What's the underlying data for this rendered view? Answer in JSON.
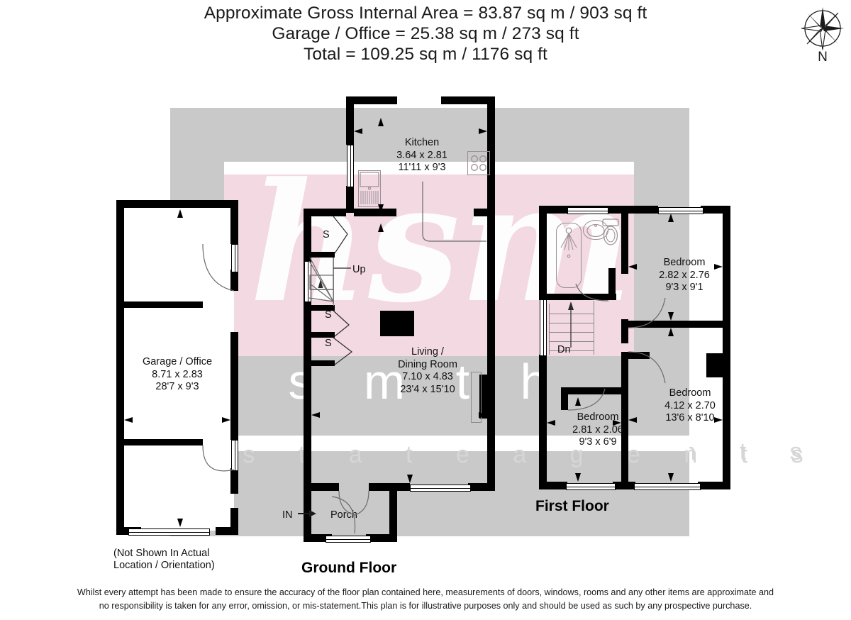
{
  "header": {
    "line1": "Approximate Gross Internal Area = 83.87 sq m / 903 sq ft",
    "line2": "Garage / Office = 25.38 sq m / 273 sq ft",
    "line3": "Total = 109.25 sq m / 1176 sq ft"
  },
  "compass": {
    "label": "N",
    "icon": "compass-rose-icon"
  },
  "watermark": {
    "script": "hsmith",
    "line_large": "s s m t h",
    "line_small": "e s t a t e   a g e n t s"
  },
  "ground_floor": {
    "title": "Ground Floor",
    "rooms": [
      {
        "name": "Kitchen",
        "metric": "3.64 x 2.81",
        "imperial": "11'11 x 9'3"
      },
      {
        "name": "Living /",
        "name2": "Dining Room",
        "metric": "7.10 x 4.83",
        "imperial": "23'4 x 15'10"
      }
    ],
    "stairs_label": "Up",
    "cupboards": [
      "S",
      "S",
      "S"
    ],
    "porch": {
      "label": "Porch",
      "entry": "IN"
    }
  },
  "garage": {
    "name": "Garage / Office",
    "metric": "8.71 x 2.83",
    "imperial": "28'7 x 9'3",
    "note_line1": "(Not Shown In Actual",
    "note_line2": "Location / Orientation)"
  },
  "first_floor": {
    "title": "First Floor",
    "stairs_label": "Dn",
    "rooms": [
      {
        "name": "Bedroom",
        "metric": "2.82 x 2.76",
        "imperial": "9'3 x 9'1"
      },
      {
        "name": "Bedroom",
        "metric": "4.12 x 2.70",
        "imperial": "13'6 x 8'10"
      },
      {
        "name": "Bedroom",
        "metric": "2.81 x 2.06",
        "imperial": "9'3 x 6'9"
      }
    ],
    "bathroom_fixtures": [
      "bath-shower-icon",
      "sink-icon",
      "toilet-icon"
    ]
  },
  "disclaimer": {
    "line1": "Whilst every attempt has been made to ensure the accuracy of the floor plan contained here, measurements of doors, windows, rooms and any other items are approximate and",
    "line2": "no responsibility is taken for any error, omission, or mis-statement.This plan is for illustrative purposes only and should be used as such by any prospective purchase."
  },
  "colors": {
    "wall": "#000000",
    "band_grey": "#c9c9c9",
    "band_pink": "#f2d9e2",
    "background": "#ffffff",
    "fixture_stroke": "#9b8f95"
  }
}
